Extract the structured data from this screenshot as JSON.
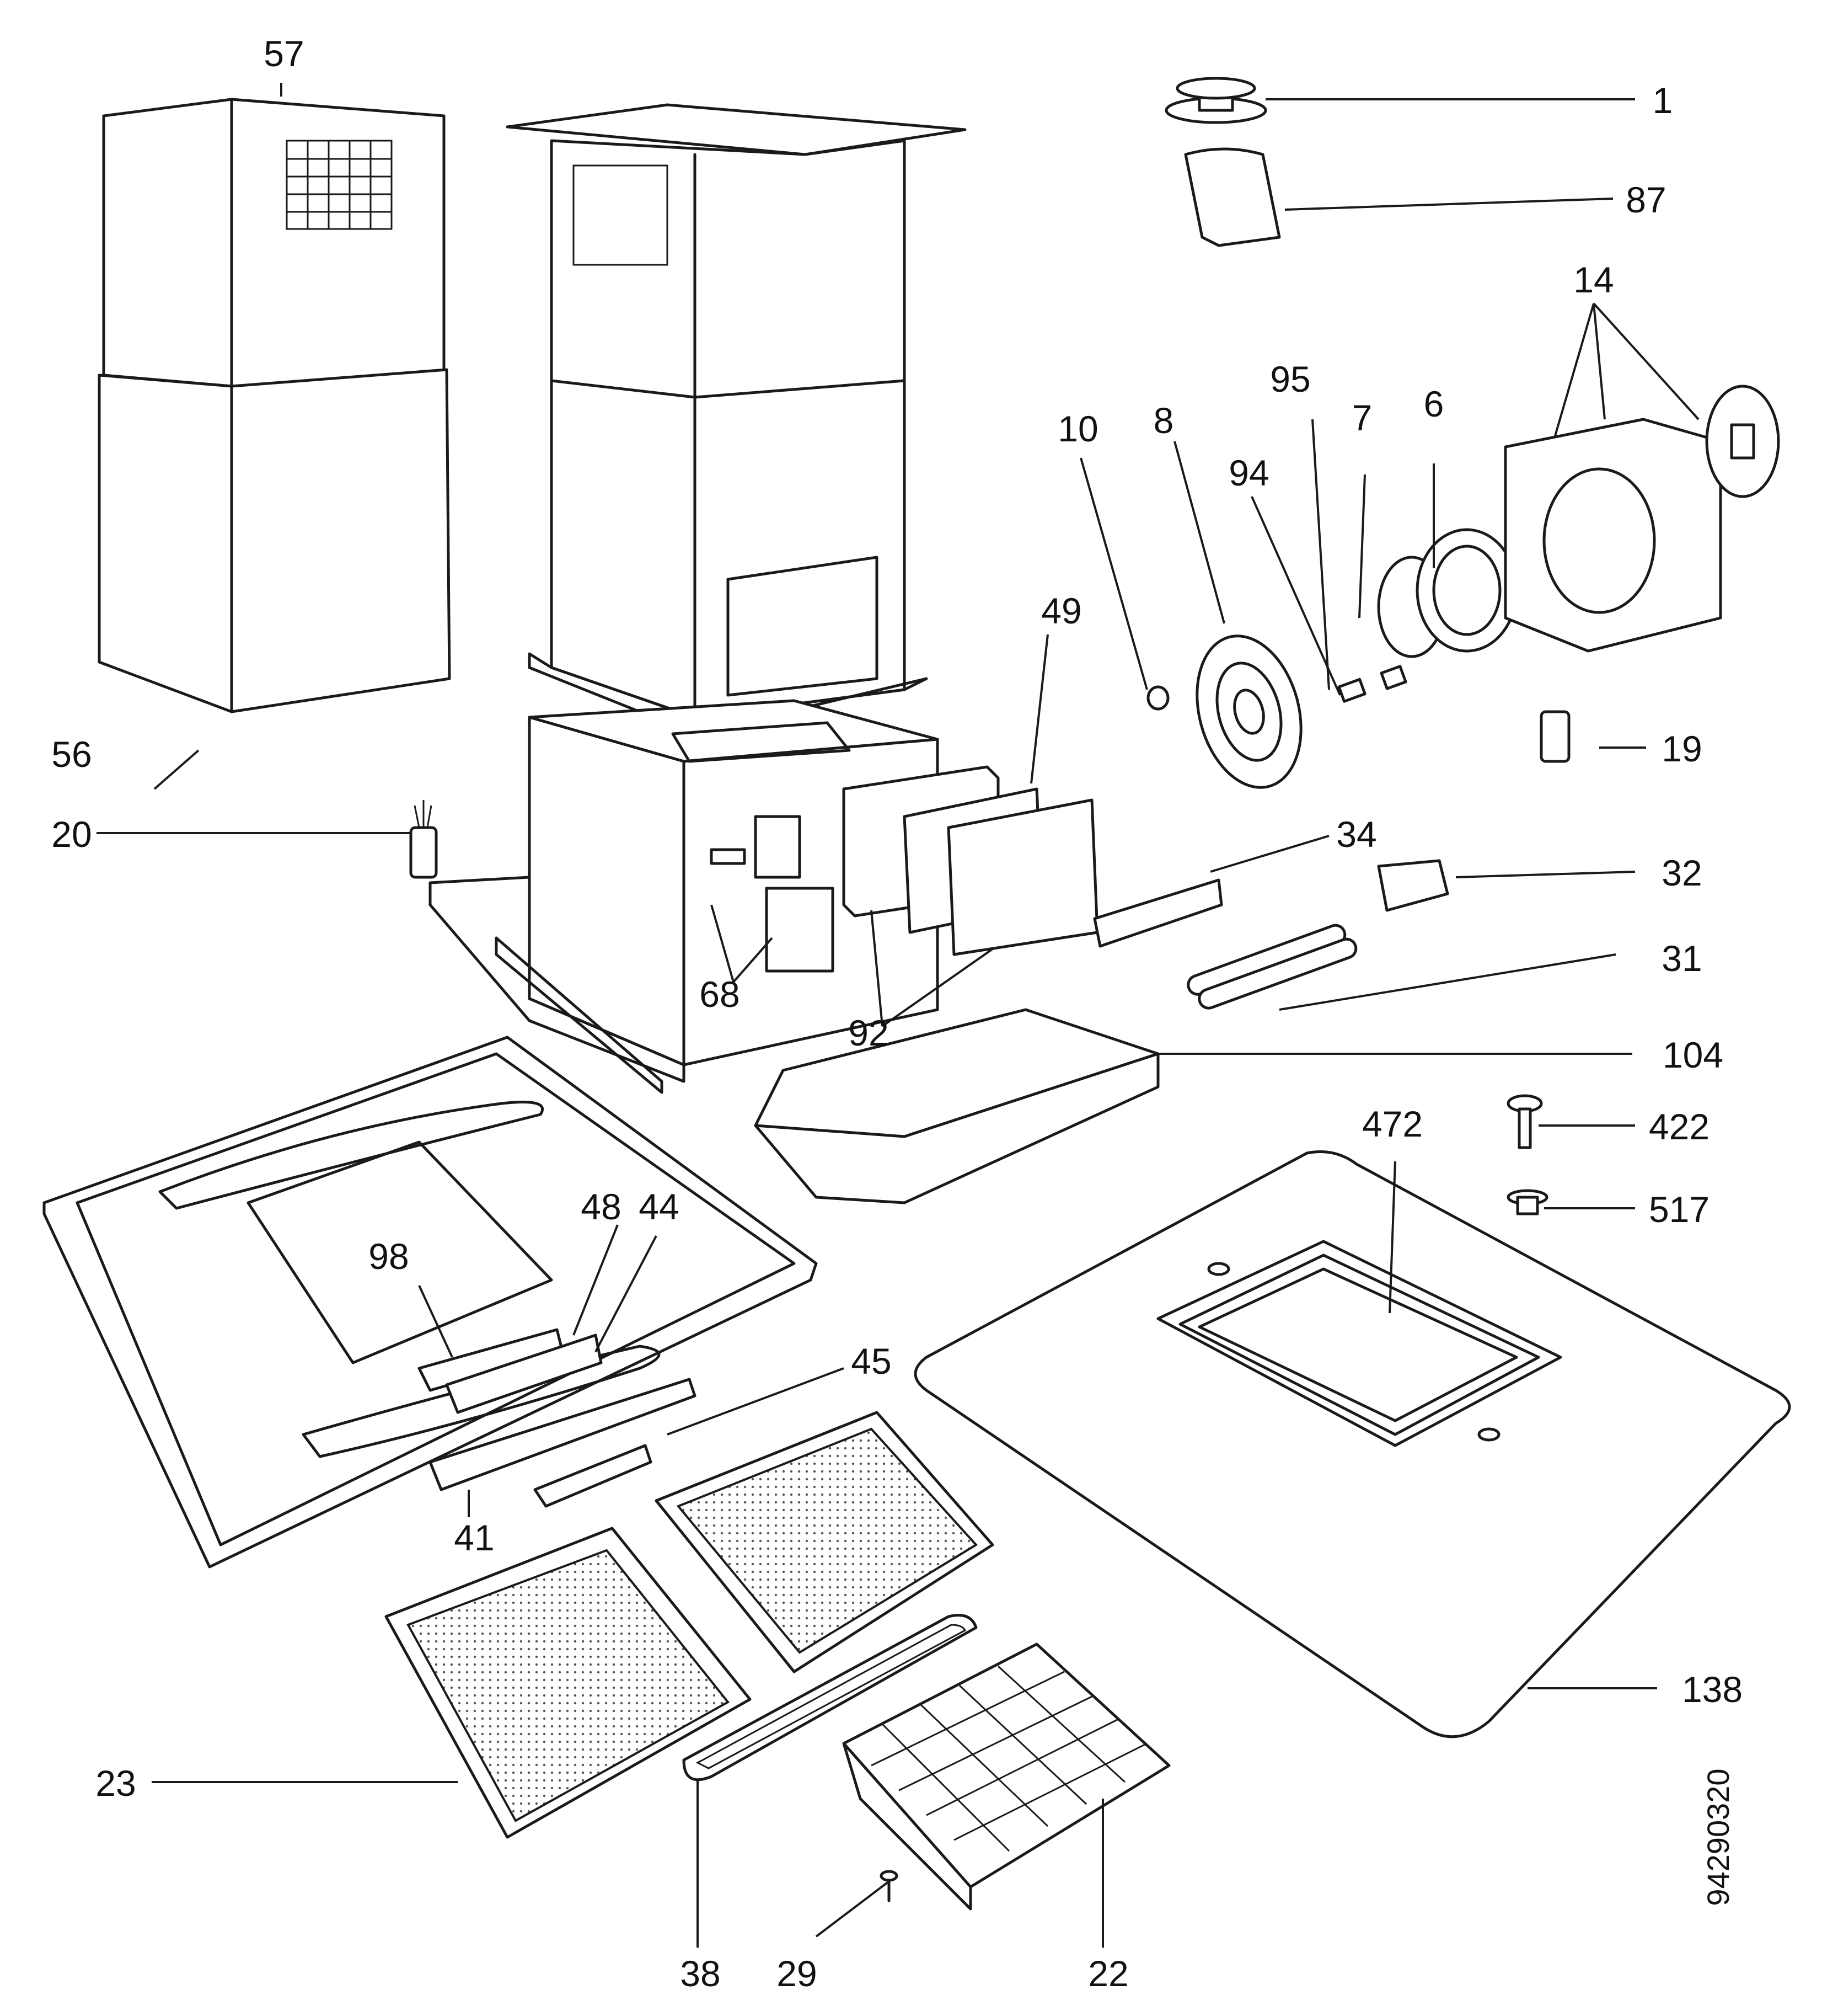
{
  "diagram": {
    "document_number": "94290320",
    "callouts": {
      "c1": "1",
      "c6": "6",
      "c7": "7",
      "c8": "8",
      "c10": "10",
      "c14": "14",
      "c19": "19",
      "c20": "20",
      "c22": "22",
      "c23": "23",
      "c29": "29",
      "c31": "31",
      "c32": "32",
      "c34": "34",
      "c38": "38",
      "c41": "41",
      "c44": "44",
      "c45": "45",
      "c48": "48",
      "c49": "49",
      "c56": "56",
      "c57": "57",
      "c68": "68",
      "c87": "87",
      "c92": "92",
      "c94": "94",
      "c95": "95",
      "c98": "98",
      "c104": "104",
      "c138": "138",
      "c422": "422",
      "c472": "472",
      "c517": "517"
    }
  }
}
